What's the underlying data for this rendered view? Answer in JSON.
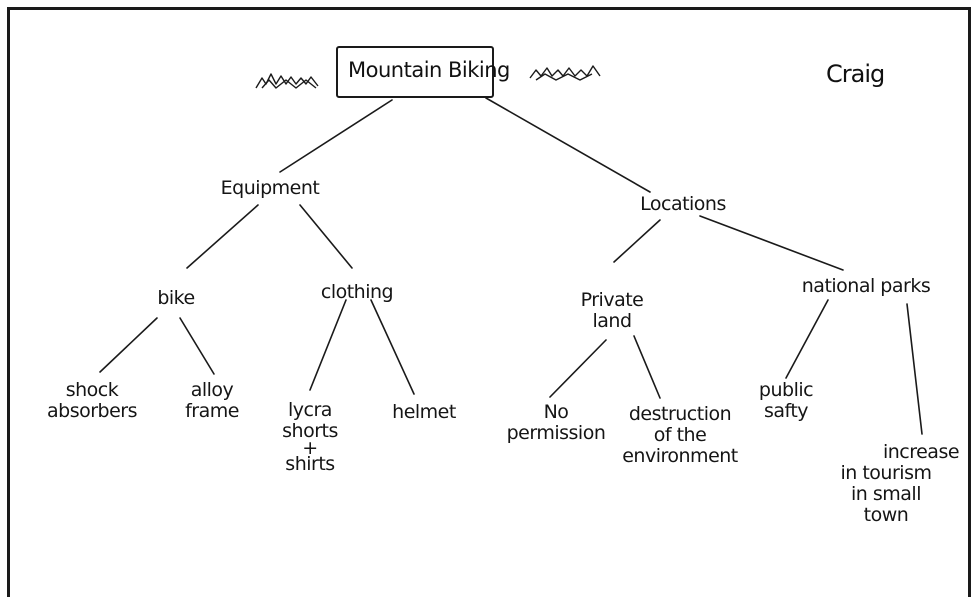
{
  "title": "Mountain Biking",
  "author": "Craig",
  "nodes": {
    "equipment": "Equipment",
    "locations": "Locations",
    "bike": "bike",
    "clothing": "clothing",
    "private_land": [
      "Private",
      "land"
    ],
    "national_parks": "national parks",
    "shock_absorbers": [
      "shock",
      "absorbers"
    ],
    "alloy_frame": [
      "alloy",
      "frame"
    ],
    "lycra_shirts": [
      "lycra",
      "shorts",
      "+",
      "shirts"
    ],
    "helmet": "helmet",
    "no_permission": [
      "No",
      "permission"
    ],
    "destruction": [
      "destruction",
      "of the",
      "environment"
    ],
    "public_safety": [
      "public",
      "safty"
    ],
    "tourism": [
      "increase",
      "in tourism",
      "in small",
      "town"
    ]
  }
}
